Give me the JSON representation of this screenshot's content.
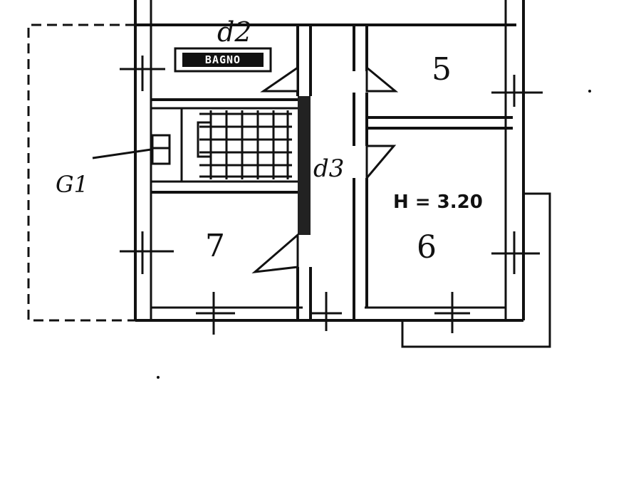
{
  "plan": {
    "annotations": {
      "d2": "d2",
      "d3": "d3",
      "g1": "G1",
      "height": "H = 3.20"
    },
    "stamp": "BAGNO",
    "rooms": {
      "r5": "5",
      "r6": "6",
      "r7": "7"
    },
    "colors": {
      "ink": "#111111",
      "paper": "#ffffff"
    }
  }
}
